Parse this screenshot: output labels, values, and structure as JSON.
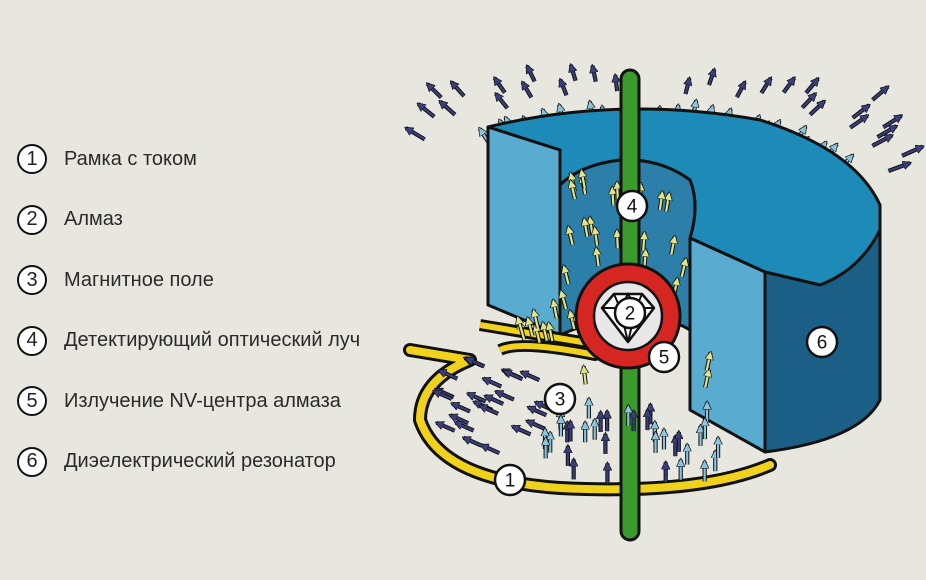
{
  "legend": [
    {
      "num": "1",
      "label": "Рамка с током"
    },
    {
      "num": "2",
      "label": "Алмаз"
    },
    {
      "num": "3",
      "label": "Магнитное поле"
    },
    {
      "num": "4",
      "label": "Детектирующий оптический луч"
    },
    {
      "num": "5",
      "label": "Излучение NV-центра алмаза"
    },
    {
      "num": "6",
      "label": "Диэелектрический резонатор"
    }
  ],
  "markers": {
    "m1": "1",
    "m2": "2",
    "m3": "3",
    "m4": "4",
    "m5": "5",
    "m6": "6"
  },
  "colors": {
    "background": "#e7e6df",
    "resonator_light": "#5aabd0",
    "resonator_top": "#1d8ab7",
    "resonator_dark": "#1b5f86",
    "loop": "#f0d21c",
    "beam": "#3a9a2c",
    "diamond_ring": "#d62621",
    "field_yellow": "#dfe38a",
    "field_blue": "#8cc4dd",
    "field_navy": "#3a3f7a"
  },
  "icons": [
    "diamond-icon"
  ]
}
